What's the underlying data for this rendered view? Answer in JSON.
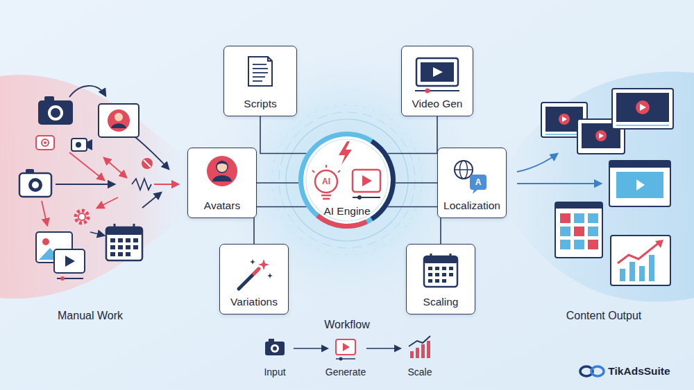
{
  "diagram": {
    "nodes": [
      {
        "text": [
          "Scripts"
        ]
      },
      {
        "text": [
          "Video Gen"
        ]
      },
      {
        "text": [
          "Avatars"
        ]
      },
      {
        "text": [
          "AI Engine"
        ]
      },
      {
        "text": [
          "Localization"
        ]
      },
      {
        "text": [
          "Variations"
        ]
      },
      {
        "text": [
          "Scaling"
        ]
      }
    ],
    "edges": [
      {
        "from": 3,
        "to": 0,
        "arrow": "none"
      },
      {
        "from": 3,
        "to": 1,
        "arrow": "none"
      },
      {
        "from": 3,
        "to": 2,
        "arrow": "none"
      },
      {
        "from": 3,
        "to": 4,
        "arrow": "none"
      },
      {
        "from": 3,
        "to": 5,
        "arrow": "none"
      },
      {
        "from": 3,
        "to": 6,
        "arrow": "none"
      }
    ],
    "labels": [
      "Manual Work",
      "Workflow",
      "Content Output",
      "Input",
      "Generate",
      "Scale",
      "AI",
      "A",
      "TikAdsSuite"
    ]
  }
}
